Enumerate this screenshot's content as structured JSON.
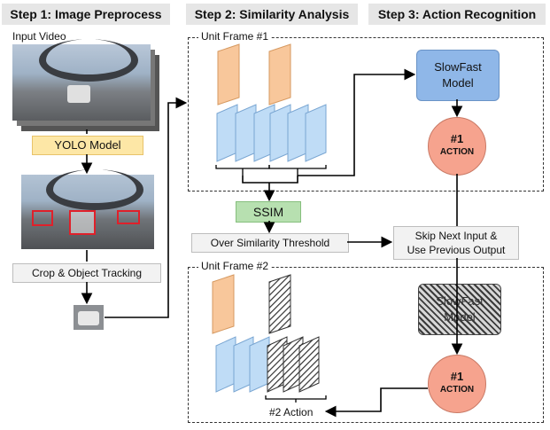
{
  "steps": {
    "step1": "Step 1: Image Preprocess",
    "step2": "Step 2: Similarity Analysis",
    "step3": "Step 3: Action Recognition"
  },
  "pipeline": {
    "input_video": "Input Video",
    "yolo": "YOLO Model",
    "crop": "Crop & Object Tracking"
  },
  "similarity": {
    "unit_frame_1": "Unit Frame #1",
    "unit_frame_2": "Unit Frame #2",
    "ssim": "SSIM",
    "threshold": "Over Similarity Threshold"
  },
  "recognition": {
    "model_line1": "SlowFast",
    "model_line2": "Model",
    "action_num": "#1",
    "action_word": "ACTION",
    "skip_line1": "Skip Next Input &",
    "skip_line2": "Use Previous Output",
    "action2": "#2 Action"
  },
  "colors": {
    "yolo": "#fde7a6",
    "ssim": "#b7e0b0",
    "model": "#8fb7e8",
    "action": "#f6a38e",
    "frame_orange": "#f8c79b",
    "frame_blue": "#bfdcf6"
  }
}
